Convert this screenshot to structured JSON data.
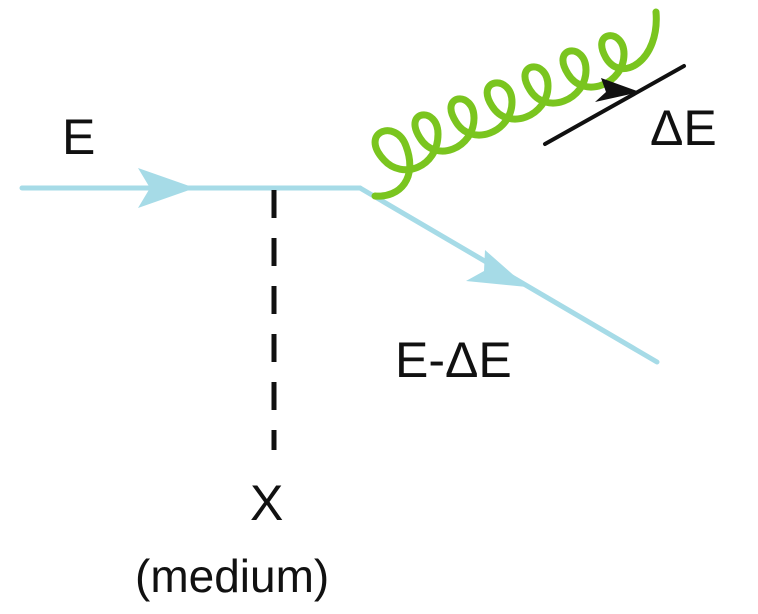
{
  "labels": {
    "incoming_energy": "E",
    "emitted_energy": "ΔE",
    "outgoing_energy": "E-ΔE",
    "scattering_center": "X",
    "scattering_center_note": "(medium)"
  },
  "colors": {
    "quark_line": "#a6dbe7",
    "gluon": "#7ac51f",
    "exchange_line": "#111111",
    "energy_arrow": "#111111"
  }
}
